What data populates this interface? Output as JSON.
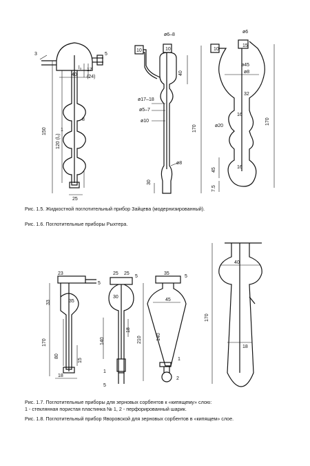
{
  "captions": {
    "fig_1_5": "Рис. 1.5. Жидкостной поглотительный прибор Зайцева (модернизированный).",
    "fig_1_6": "Рис. 1.6. Поглотительные приборы Рыхтера.",
    "fig_1_7_a": "Рис. 1.7. Поглотительные приборы для зерновых сорбентов к «кипящему» слою:",
    "fig_1_7_b": "1 - стеклянная пористая пластинка № 1, 2 - перфорированный шарик.",
    "fig_1_8": "Рис. 1.8. Поглотительный прибор Яворовской для зерновых сорбентов в «кипящем» слое."
  },
  "fig15": {
    "lbl3": "3",
    "lbl5": "5",
    "d40": "40",
    "d17": "17",
    "d24": "(24)",
    "l3": "l₃",
    "d150": "150",
    "d120": "120 (l₂)",
    "lbl8": "8",
    "lbl1": "1",
    "lbl14": "14",
    "d25": "25"
  },
  "fig16a": {
    "d10a": "10",
    "d10b": "10",
    "d6_8": "ø6–8",
    "d40": "40",
    "d17_18": "ø17–18",
    "d5_7": "ø5–7",
    "d10": "ø10",
    "d8": "ø8",
    "d170": "170",
    "d30": "30"
  },
  "fig16b": {
    "d6": "ø6",
    "d10": "10",
    "d15": "15",
    "d45": "ø45",
    "d8": "ø8",
    "d32": "32",
    "d16a": "16",
    "d20": "ø20",
    "d16b": "16",
    "d45v": "45",
    "d75": "7.5",
    "d170": "170"
  },
  "fig17a": {
    "d23": "23",
    "d33": "33",
    "d35": "35",
    "d170": "170",
    "d80": "80",
    "d15": "15",
    "d18": "18",
    "lbl5": "5"
  },
  "fig17b": {
    "d25a": "25",
    "d25b": "25",
    "d30": "30",
    "d18": "18",
    "d140": "140",
    "lbl1": "1",
    "lbl5a": "5",
    "lbl5b": "5"
  },
  "fig17c": {
    "d35": "35",
    "d45": "45",
    "d140": "140",
    "d210": "210",
    "lbl5": "5",
    "lbl1": "1",
    "lbl2": "2"
  },
  "fig18": {
    "d40": "40",
    "d170": "170",
    "d18": "18"
  }
}
